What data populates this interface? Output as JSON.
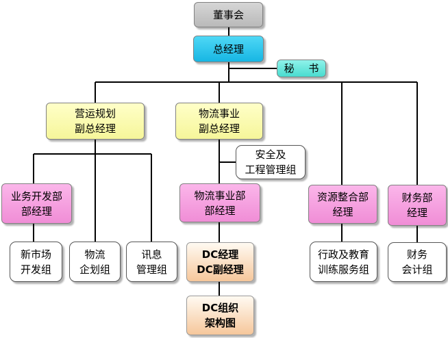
{
  "org": {
    "board": "董事会",
    "gm": "总经理",
    "secretary": "秘 书",
    "vp_ops": "营运规划\n副总经理",
    "vp_logistics": "物流事业\n副总经理",
    "safety": "安全及\n工程管理组",
    "bizdev_mgr": "业务开发部\n部经理",
    "logistics_mgr": "物流事业部\n部经理",
    "resources_mgr": "资源整合部\n经理",
    "finance_mgr": "财务部\n经理",
    "new_market": "新市场\n开发组",
    "logistics_plan": "物流\n企划组",
    "info_mgmt": "讯息\n管理组",
    "dc_mgr": "DC经理\nDC副经理",
    "dc_org": "DC组织\n架构图",
    "admin_training": "行政及教育\n训练服务组",
    "accounting": "财务\n会计组"
  }
}
